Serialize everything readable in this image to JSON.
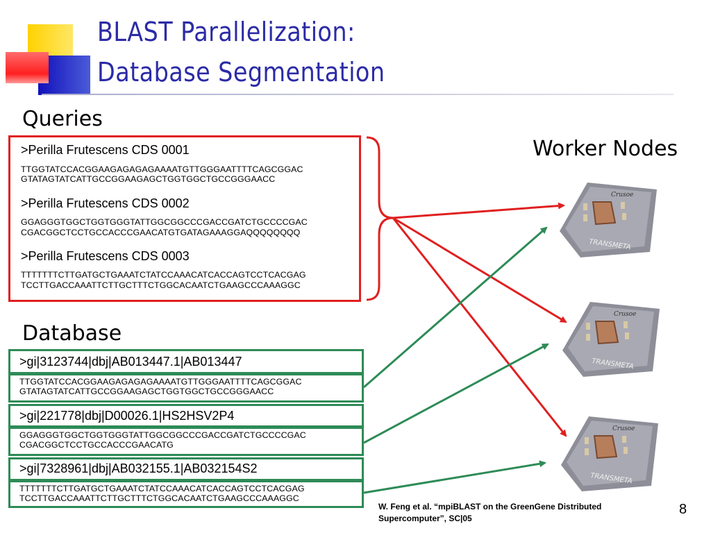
{
  "slide": {
    "title_line1": "BLAST Parallelization:",
    "title_line2": "Database Segmentation",
    "page_number": "8",
    "citation_line1": "W. Feng et al. “mpiBLAST on the GreenGene Distributed",
    "citation_line2": "Supercomputer”, SC|05"
  },
  "queries": {
    "label": "Queries",
    "items": [
      {
        "header": ">Perilla Frutescens CDS 0001",
        "seq1": "TTGGTATCCACGGAAGAGAGAGAAAATGTTGGGAATTTTCAGCGGAC",
        "seq2": "GTATAGTATCATTGCCGGAAGAGCTGGTGGCTGCCGGGAACC"
      },
      {
        "header": ">Perilla Frutescens CDS 0002",
        "seq1": "GGAGGGTGGCTGGTGGGTATTGGCGGCCCGACCGATCTGCCCCGAC",
        "seq2": "CGACGGCTCCTGCCACCCGAACATGTGATAGAAAGGAQQQQQQQQ"
      },
      {
        "header": ">Perilla Frutescens CDS 0003",
        "seq1": "TTTTTTTCTTGATGCTGAAATCTATCCAAACATCACCAGTCCTCACGAG",
        "seq2": "TCCTTGACCAAATTCTTGCTTTCTGGCACAATCTGAAGCCCAAAGGC"
      }
    ]
  },
  "database": {
    "label": "Database",
    "items": [
      {
        "header": ">gi|3123744|dbj|AB013447.1|AB013447",
        "seq1": "TTGGTATCCACGGAAGAGAGAGAAAATGTTGGGAATTTTCAGCGGAC",
        "seq2": "GTATAGTATCATTGCCGGAAGAGCTGGTGGCTGCCGGGAACC"
      },
      {
        "header": ">gi|221778|dbj|D00026.1|HS2HSV2P4",
        "seq1": "GGAGGGTGGCTGGTGGGTATTGGCGGCCCGACCGATCTGCCCCGAC",
        "seq2": "CGACGGCTCCTGCCACCCGAACATG"
      },
      {
        "header": ">gi|7328961|dbj|AB032155.1|AB032154S2",
        "seq1": "TTTTTTTCTTGATGCTGAAATCTATCCAAACATCACCAGTCCTCACGAG",
        "seq2": "TCCTTGACCAAATTCTTGCTTTCTGGCACAATCTGAAGCCCAAAGGC"
      }
    ]
  },
  "workers": {
    "label": "Worker Nodes",
    "nodes": [
      {
        "brand": "TRANSMETA",
        "chip_logo": "Crusoe"
      },
      {
        "brand": "TRANSMETA",
        "chip_logo": "Crusoe"
      },
      {
        "brand": "TRANSMETA",
        "chip_logo": "Crusoe"
      }
    ]
  },
  "colors": {
    "title": "#2b2ba6",
    "query_border": "#e02020",
    "query_arrow": "#e02020",
    "db_border": "#2e8b57",
    "db_arrow": "#2e8b57",
    "deco_yellow": "#ffd200",
    "deco_blue": "#2222cc",
    "deco_red": "#ff3030"
  }
}
